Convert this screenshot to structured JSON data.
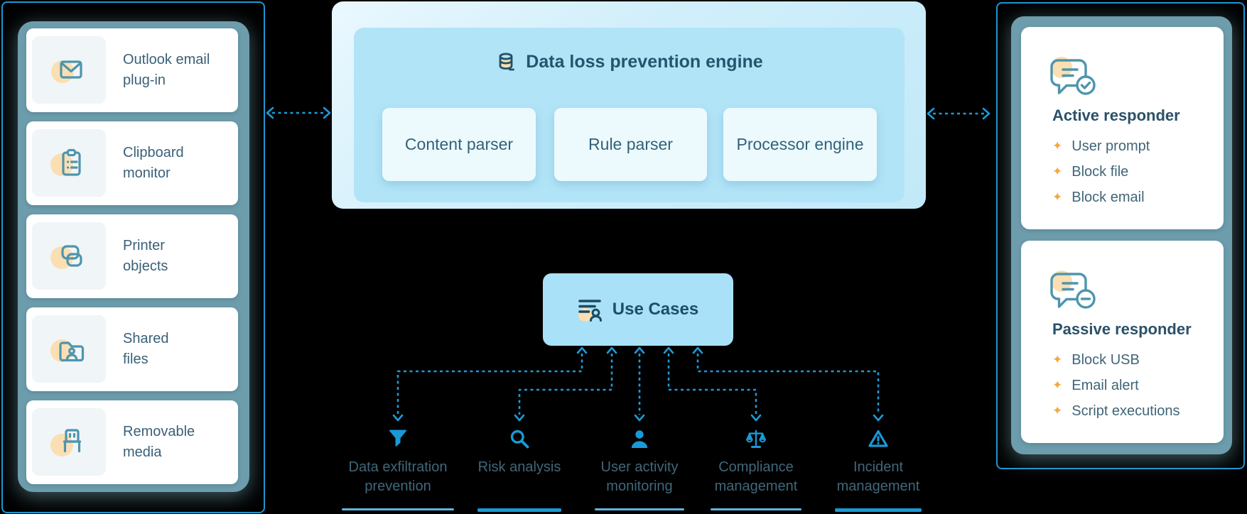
{
  "colors": {
    "background": "#000000",
    "accent_blue": "#1e9ad6",
    "border_blue": "#1e96d2",
    "navy": "#23566e",
    "teal_container": "#6d9dac",
    "icon_teal": "#4e95ad",
    "peach": "#fbdfb2",
    "bullet_orange": "#f5a83c",
    "label_slate": "#416779"
  },
  "left_panel": {
    "items": [
      {
        "icon": "envelope-icon",
        "lines": [
          "Outlook email",
          "plug-in"
        ]
      },
      {
        "icon": "clipboard-icon",
        "lines": [
          "Clipboard",
          "monitor"
        ]
      },
      {
        "icon": "printer-icon",
        "lines": [
          "Printer",
          "objects"
        ]
      },
      {
        "icon": "folder-user-icon",
        "lines": [
          "Shared",
          "files"
        ]
      },
      {
        "icon": "usb-drive-icon",
        "lines": [
          "Removable",
          "media"
        ]
      }
    ]
  },
  "engine": {
    "icon": "database-icon",
    "title": "Data loss prevention engine",
    "modules": [
      {
        "label": "Content parser"
      },
      {
        "label": "Rule parser"
      },
      {
        "label": "Processor engine"
      }
    ]
  },
  "use_cases": {
    "icon": "list-user-icon",
    "title": "Use Cases",
    "items": [
      {
        "icon": "funnel-icon",
        "lines": [
          "Data exfiltration",
          "prevention"
        ]
      },
      {
        "icon": "magnifier-icon",
        "lines": [
          "Risk analysis"
        ]
      },
      {
        "icon": "person-icon",
        "lines": [
          "User activity",
          "monitoring"
        ]
      },
      {
        "icon": "scales-icon",
        "lines": [
          "Compliance",
          "management"
        ]
      },
      {
        "icon": "warning-triangle-icon",
        "lines": [
          "Incident",
          "management"
        ]
      }
    ]
  },
  "responders": {
    "bullet_glyph": "✦",
    "active": {
      "icon": "chat-check-icon",
      "title": "Active responder",
      "items": [
        "User prompt",
        "Block file",
        "Block email"
      ]
    },
    "passive": {
      "icon": "chat-minus-icon",
      "title": "Passive responder",
      "items": [
        "Block USB",
        "Email alert",
        "Script executions"
      ]
    }
  }
}
